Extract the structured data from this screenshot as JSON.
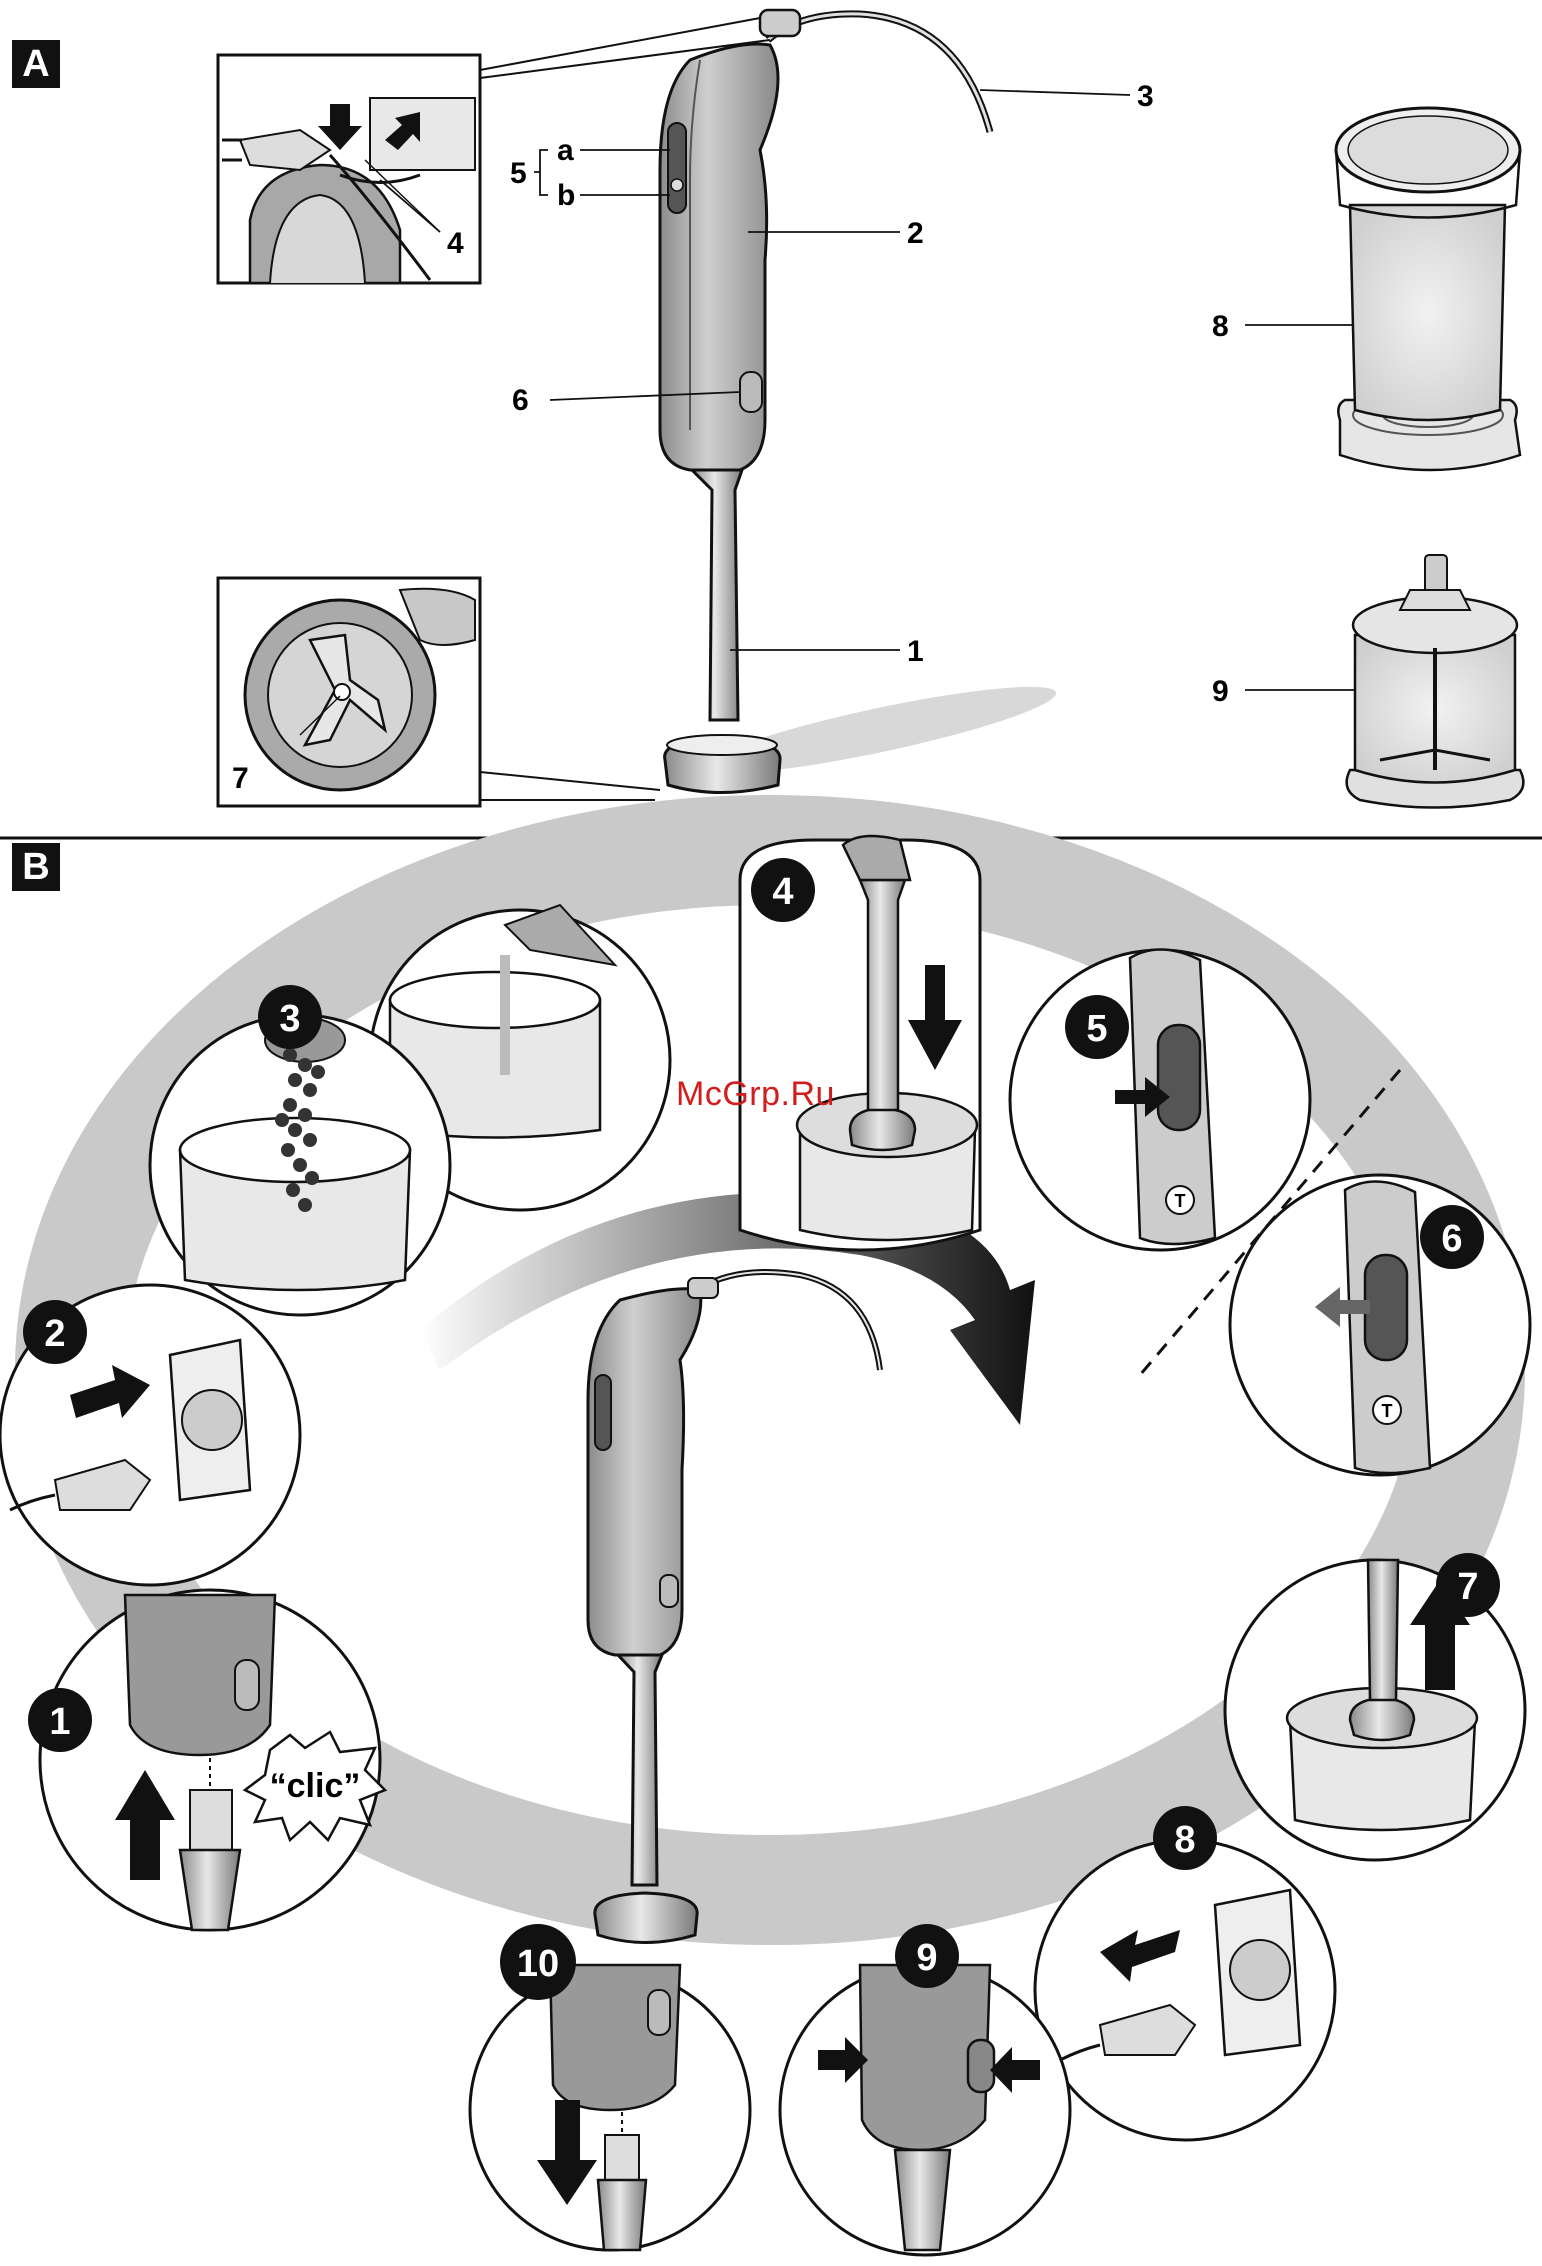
{
  "section_a": {
    "badge": "A",
    "callouts": {
      "c1": "1",
      "c2": "2",
      "c3": "3",
      "c4": "4",
      "c5": "5",
      "c5a": "a",
      "c5b": "b",
      "c6": "6",
      "c7": "7",
      "c8": "8",
      "c9": "9"
    }
  },
  "section_b": {
    "badge": "B",
    "steps": [
      "1",
      "2",
      "3",
      "4",
      "5",
      "6",
      "7",
      "8",
      "9",
      "10"
    ],
    "clic_label": "“clic”",
    "turbo_symbol": "T"
  },
  "watermark": "McGrp.Ru",
  "colors": {
    "ink": "#111111",
    "shade": "#c9c9c9",
    "body": "#a9a9a9",
    "watermark": "#d21d1d"
  }
}
